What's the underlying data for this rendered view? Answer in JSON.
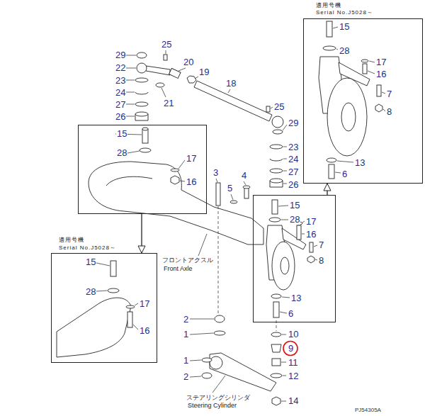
{
  "diagram": {
    "nodes": [
      {
        "text": [
          "適用号機",
          "Serial No.J5028～",
          "15",
          "28",
          "17",
          "16",
          "7",
          "8",
          "13",
          "6"
        ]
      },
      {
        "text": [
          "15",
          "28",
          "17",
          "16"
        ]
      },
      {
        "text": [
          "15",
          "28",
          "17",
          "16",
          "7",
          "8",
          "13",
          "6"
        ]
      },
      {
        "text": [
          "適用号機",
          "Serial No.J5028～",
          "15",
          "28",
          "17",
          "16"
        ]
      }
    ],
    "edges": [
      {
        "from": 2,
        "to": 0,
        "arrow": "to"
      },
      {
        "from": 1,
        "to": 3,
        "arrow": "to"
      }
    ],
    "labels": [
      "29",
      "25",
      "22",
      "20",
      "19",
      "23",
      "24",
      "21",
      "27",
      "18",
      "26",
      "25",
      "29",
      "23",
      "24",
      "27",
      "3",
      "4",
      "26",
      "5",
      "フロントアクスル",
      "Front Axle",
      "2",
      "1",
      "10",
      "9",
      "1",
      "11",
      "2",
      "12",
      "ステアリングシリンダ",
      "Steering Cylinder",
      "14",
      "PJ54305A"
    ]
  }
}
